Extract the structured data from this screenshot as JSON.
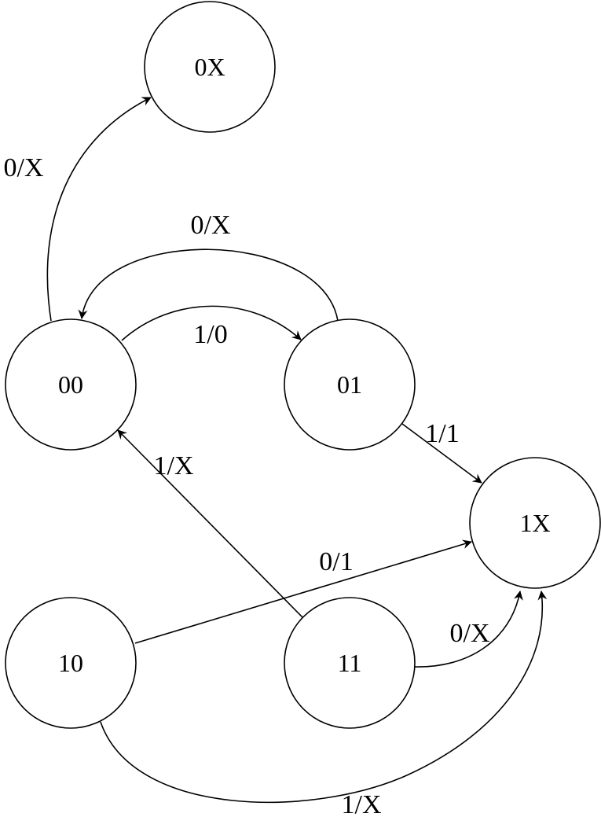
{
  "diagram": {
    "type": "state-transition-diagram",
    "states": [
      {
        "id": "0X",
        "label": "0X"
      },
      {
        "id": "00",
        "label": "00"
      },
      {
        "id": "01",
        "label": "01"
      },
      {
        "id": "1X",
        "label": "1X"
      },
      {
        "id": "10",
        "label": "10"
      },
      {
        "id": "11",
        "label": "11"
      }
    ],
    "transitions": [
      {
        "from": "00",
        "to": "0X",
        "label": "0/X"
      },
      {
        "from": "00",
        "to": "01",
        "label": "1/0"
      },
      {
        "from": "01",
        "to": "00",
        "label": "0/X"
      },
      {
        "from": "01",
        "to": "1X",
        "label": "1/1"
      },
      {
        "from": "11",
        "to": "00",
        "label": "1/X"
      },
      {
        "from": "10",
        "to": "1X",
        "label": "0/1"
      },
      {
        "from": "11",
        "to": "1X",
        "label": "0/X"
      },
      {
        "from": "10",
        "to": "1X",
        "label": "1/X"
      }
    ],
    "colors": {
      "stroke": "#000000",
      "background": "#ffffff"
    }
  }
}
